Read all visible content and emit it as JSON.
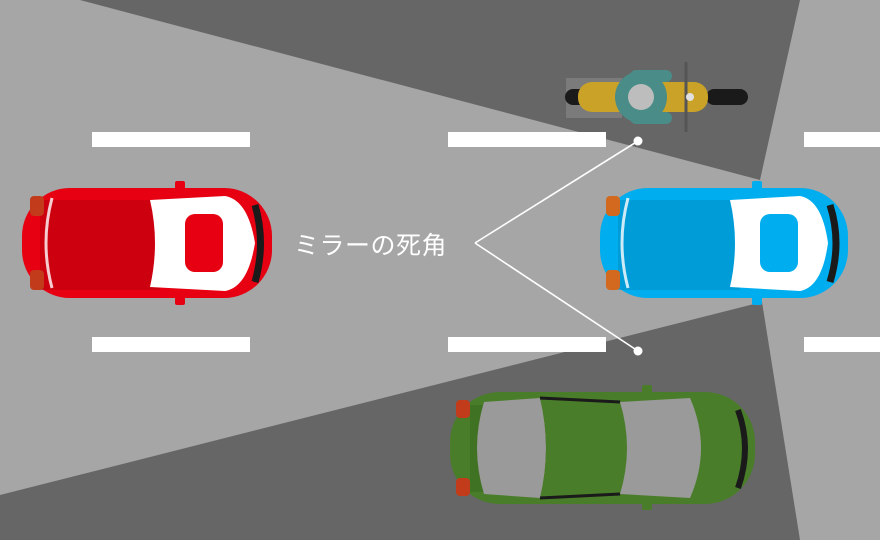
{
  "annotation": {
    "text": "ミラーの死角"
  },
  "colors": {
    "road": "#a6a6a6",
    "blind_spot": "#666666",
    "lane_marking": "#ffffff",
    "car_left": "#e60012",
    "car_right": "#00aeef",
    "car_bottom": "#4a7d2a",
    "motorcycle": "#c9a227",
    "rider": "#4a8c87"
  },
  "vehicles": [
    {
      "name": "red-car",
      "role": "following vehicle"
    },
    {
      "name": "blue-car",
      "role": "own vehicle"
    },
    {
      "name": "green-car",
      "role": "vehicle in blind spot"
    },
    {
      "name": "motorcycle",
      "role": "motorcycle in blind spot"
    }
  ]
}
